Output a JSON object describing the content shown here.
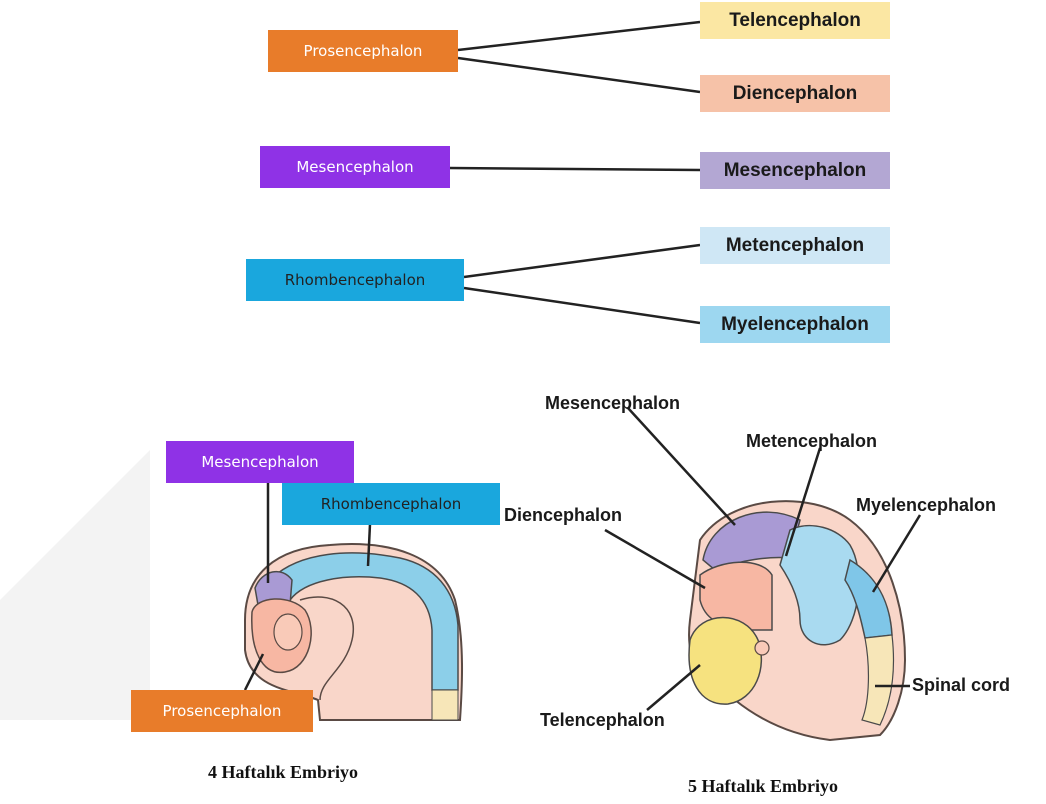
{
  "colors": {
    "prosencephalon": "#e87c2a",
    "mesencephalon": "#8f32e6",
    "rhombencephalon": "#1aa7dd",
    "telencephalon": "#fbe7a3",
    "diencephalon": "#f6c2a8",
    "mesencephalon_target": "#b3a7d3",
    "metencephalon": "#cfe7f5",
    "myelencephalon": "#9dd7f0"
  },
  "sources": {
    "prosencephalon": "Prosencephalon",
    "mesencephalon": "Mesencephalon",
    "rhombencephalon": "Rhombencephalon"
  },
  "targets": {
    "telencephalon": "Telencephalon",
    "diencephalon": "Diencephalon",
    "mesencephalon": "Mesencephalon",
    "metencephalon": "Metencephalon",
    "myelencephalon": "Myelencephalon"
  },
  "week4": {
    "mesencephalon": "Mesencephalon",
    "rhombencephalon": "Rhombencephalon",
    "prosencephalon": "Prosencephalon",
    "caption": "4 Haftalık Embriyo"
  },
  "week5": {
    "mesencephalon": "Mesencephalon",
    "metencephalon": "Metencephalon",
    "diencephalon": "Diencephalon",
    "myelencephalon": "Myelencephalon",
    "spinal_cord": "Spinal cord",
    "telencephalon": "Telencephalon",
    "caption": "5 Haftalık Embriyo"
  }
}
